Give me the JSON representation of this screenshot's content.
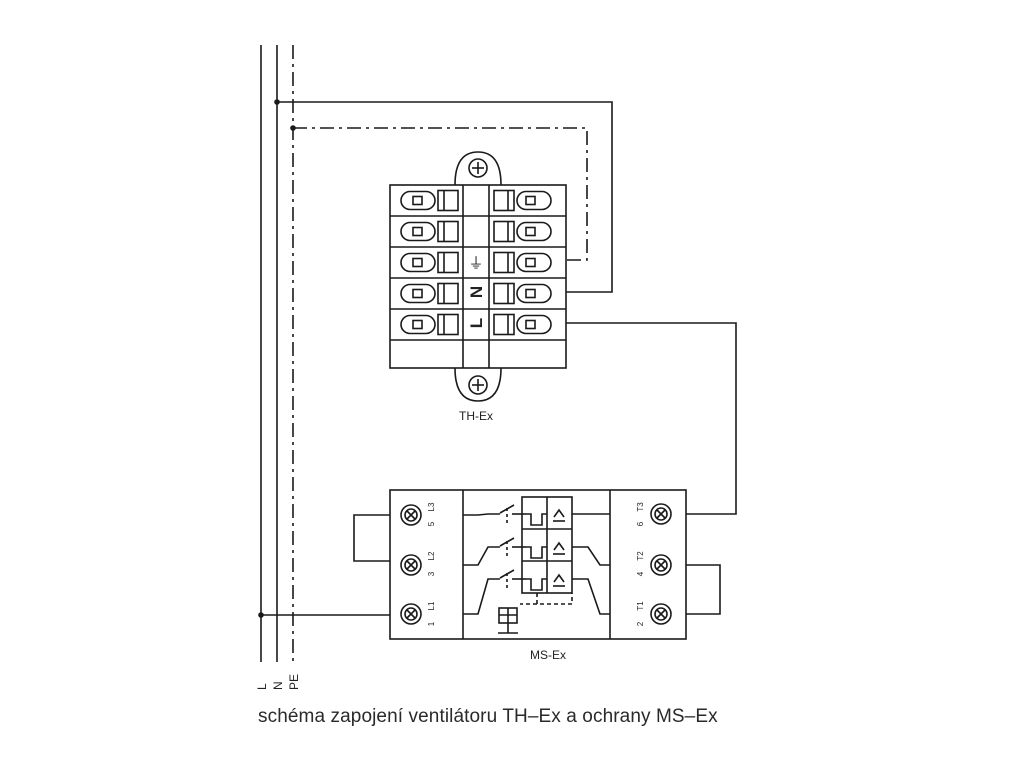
{
  "caption": "schéma zapojení ventilátoru TH–Ex a  ochrany MS–Ex",
  "bus_labels": {
    "l": "L",
    "n": "N",
    "pe": "PE"
  },
  "thex": {
    "label": "TH-Ex",
    "center_symbols": {
      "earth": "⏚",
      "n": "N",
      "l": "L"
    }
  },
  "msex": {
    "label": "MS-Ex",
    "left_terminals": [
      {
        "code": "L3",
        "num": "5"
      },
      {
        "code": "L2",
        "num": "3"
      },
      {
        "code": "L1",
        "num": "1"
      }
    ],
    "right_terminals": [
      {
        "code": "T3",
        "num": "6"
      },
      {
        "code": "T2",
        "num": "4"
      },
      {
        "code": "T1",
        "num": "2"
      }
    ]
  },
  "colors": {
    "line": "#1a1a1a",
    "background": "#ffffff"
  }
}
